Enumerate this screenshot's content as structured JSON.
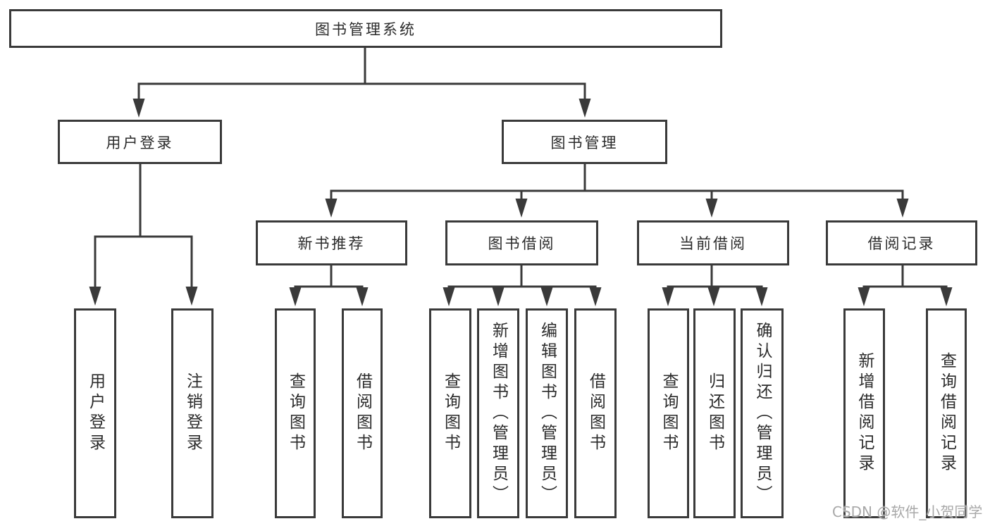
{
  "diagram": {
    "title": "图书管理系统",
    "root": {
      "label": "图书管理系统"
    },
    "branches": [
      {
        "label": "用户登录",
        "children": [
          {
            "label": "用户登录"
          },
          {
            "label": "注销登录"
          }
        ]
      },
      {
        "label": "图书管理",
        "children": [
          {
            "label": "新书推荐",
            "children": [
              {
                "label": "查询图书"
              },
              {
                "label": "借阅图书"
              }
            ]
          },
          {
            "label": "图书借阅",
            "children": [
              {
                "label": "查询图书"
              },
              {
                "label": "新增图书（管理员）"
              },
              {
                "label": "编辑图书（管理员）"
              },
              {
                "label": "借阅图书"
              }
            ]
          },
          {
            "label": "当前借阅",
            "children": [
              {
                "label": "查询图书"
              },
              {
                "label": "归还图书"
              },
              {
                "label": "确认归还（管理员）"
              }
            ]
          },
          {
            "label": "借阅记录",
            "children": [
              {
                "label": "新增借阅记录"
              },
              {
                "label": "查询借阅记录"
              }
            ]
          }
        ]
      }
    ]
  },
  "watermark": {
    "text": "CSDN @软件_小贺同学"
  },
  "colors": {
    "line": "#3a3a3a",
    "border": "#3a3a3a",
    "text": "#2b2b2b",
    "watermark": "#a8a8a8",
    "background": "#ffffff"
  }
}
